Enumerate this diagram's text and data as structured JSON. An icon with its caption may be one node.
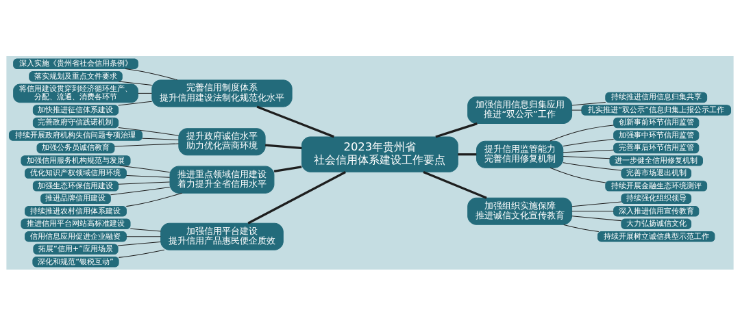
{
  "diagram": {
    "nodes": [
      {
        "text": [
          "2023年贵州省",
          "社会信用体系建设工作要点"
        ]
      },
      {
        "text": [
          "完善信用制度体系",
          "提升信用建设法制化规范化水平"
        ]
      },
      {
        "text": [
          "深入实施《贵州省社会信用条例》"
        ]
      },
      {
        "text": [
          "落实规划及重点文件要求"
        ]
      },
      {
        "text": [
          "将信用建设贯穿到经济循环生产、分配、流通、消费各环节"
        ]
      },
      {
        "text": [
          "加快推进征信体系建设"
        ]
      },
      {
        "text": [
          "提升政府诚信水平",
          "助力优化营商环境"
        ]
      },
      {
        "text": [
          "完善政府守信践诺机制"
        ]
      },
      {
        "text": [
          "持续开展政府机构失信问题专项治理"
        ]
      },
      {
        "text": [
          "加强公务员诚信教育"
        ]
      },
      {
        "text": [
          "推进重点领域信用建设",
          "着力提升全省信用水平"
        ]
      },
      {
        "text": [
          "加强信用服务机构规范与发展"
        ]
      },
      {
        "text": [
          "优化知识产权领域信用环境"
        ]
      },
      {
        "text": [
          "加强生态环保信用建设"
        ]
      },
      {
        "text": [
          "推进品牌信用建设"
        ]
      },
      {
        "text": [
          "持续推进农村信用体系建设"
        ]
      },
      {
        "text": [
          "加强信用平台建设",
          "提升信用产品惠民便企质效"
        ]
      },
      {
        "text": [
          "推进信用平台网站高标准建设"
        ]
      },
      {
        "text": [
          "信用信息应用促进企业融资"
        ]
      },
      {
        "text": [
          "拓展“信用+”应用场景"
        ]
      },
      {
        "text": [
          "深化和规范“银税互动”"
        ]
      },
      {
        "text": [
          "加强信用信息归集应用",
          "推进“双公示”工作"
        ]
      },
      {
        "text": [
          "持续推进信用信息归集共享"
        ]
      },
      {
        "text": [
          "扎实推进“双公示”信息归集上报公示工作"
        ]
      },
      {
        "text": [
          "提升信用监管能力",
          "完善信用修复机制"
        ]
      },
      {
        "text": [
          "创新事前环节信用监管"
        ]
      },
      {
        "text": [
          "加强事中环节信用监管"
        ]
      },
      {
        "text": [
          "完善事后环节信用监管"
        ]
      },
      {
        "text": [
          "进一步健全信用修复机制"
        ]
      },
      {
        "text": [
          "完善市场退出机制"
        ]
      },
      {
        "text": [
          "持续开展金融生态环境测评"
        ]
      },
      {
        "text": [
          "加强组织实施保障",
          "推进诚信文化宣传教育"
        ]
      },
      {
        "text": [
          "持续强化组织领导"
        ]
      },
      {
        "text": [
          "深入推进信用宣传教育"
        ]
      },
      {
        "text": [
          "大力弘扬诚信文化"
        ]
      },
      {
        "text": [
          "持续开展树立诚信典型示范工作"
        ]
      }
    ],
    "edges": [
      {
        "from": 2,
        "to": 1,
        "arrow": "none"
      },
      {
        "from": 3,
        "to": 1,
        "arrow": "none"
      },
      {
        "from": 4,
        "to": 1,
        "arrow": "none"
      },
      {
        "from": 5,
        "to": 1,
        "arrow": "none"
      },
      {
        "from": 1,
        "to": 0,
        "arrow": "none",
        "style": "thick"
      },
      {
        "from": 7,
        "to": 6,
        "arrow": "none"
      },
      {
        "from": 8,
        "to": 6,
        "arrow": "none"
      },
      {
        "from": 9,
        "to": 6,
        "arrow": "none"
      },
      {
        "from": 6,
        "to": 0,
        "arrow": "none",
        "style": "thick"
      },
      {
        "from": 11,
        "to": 10,
        "arrow": "none"
      },
      {
        "from": 12,
        "to": 10,
        "arrow": "none"
      },
      {
        "from": 13,
        "to": 10,
        "arrow": "none"
      },
      {
        "from": 14,
        "to": 10,
        "arrow": "none"
      },
      {
        "from": 15,
        "to": 10,
        "arrow": "none"
      },
      {
        "from": 10,
        "to": 0,
        "arrow": "none",
        "style": "thick"
      },
      {
        "from": 17,
        "to": 16,
        "arrow": "none"
      },
      {
        "from": 18,
        "to": 16,
        "arrow": "none"
      },
      {
        "from": 19,
        "to": 16,
        "arrow": "none"
      },
      {
        "from": 20,
        "to": 16,
        "arrow": "none"
      },
      {
        "from": 16,
        "to": 0,
        "arrow": "none",
        "style": "thick"
      },
      {
        "from": 0,
        "to": 21,
        "arrow": "none",
        "style": "thick"
      },
      {
        "from": 21,
        "to": 22,
        "arrow": "none"
      },
      {
        "from": 21,
        "to": 23,
        "arrow": "none"
      },
      {
        "from": 0,
        "to": 24,
        "arrow": "none",
        "style": "thick"
      },
      {
        "from": 24,
        "to": 25,
        "arrow": "none"
      },
      {
        "from": 24,
        "to": 26,
        "arrow": "none"
      },
      {
        "from": 24,
        "to": 27,
        "arrow": "none"
      },
      {
        "from": 24,
        "to": 28,
        "arrow": "none"
      },
      {
        "from": 24,
        "to": 29,
        "arrow": "none"
      },
      {
        "from": 24,
        "to": 30,
        "arrow": "none"
      },
      {
        "from": 0,
        "to": 31,
        "arrow": "none",
        "style": "thick"
      },
      {
        "from": 31,
        "to": 32,
        "arrow": "none"
      },
      {
        "from": 31,
        "to": 33,
        "arrow": "none"
      },
      {
        "from": 31,
        "to": 34,
        "arrow": "none"
      },
      {
        "from": 31,
        "to": 35,
        "arrow": "none"
      }
    ]
  }
}
